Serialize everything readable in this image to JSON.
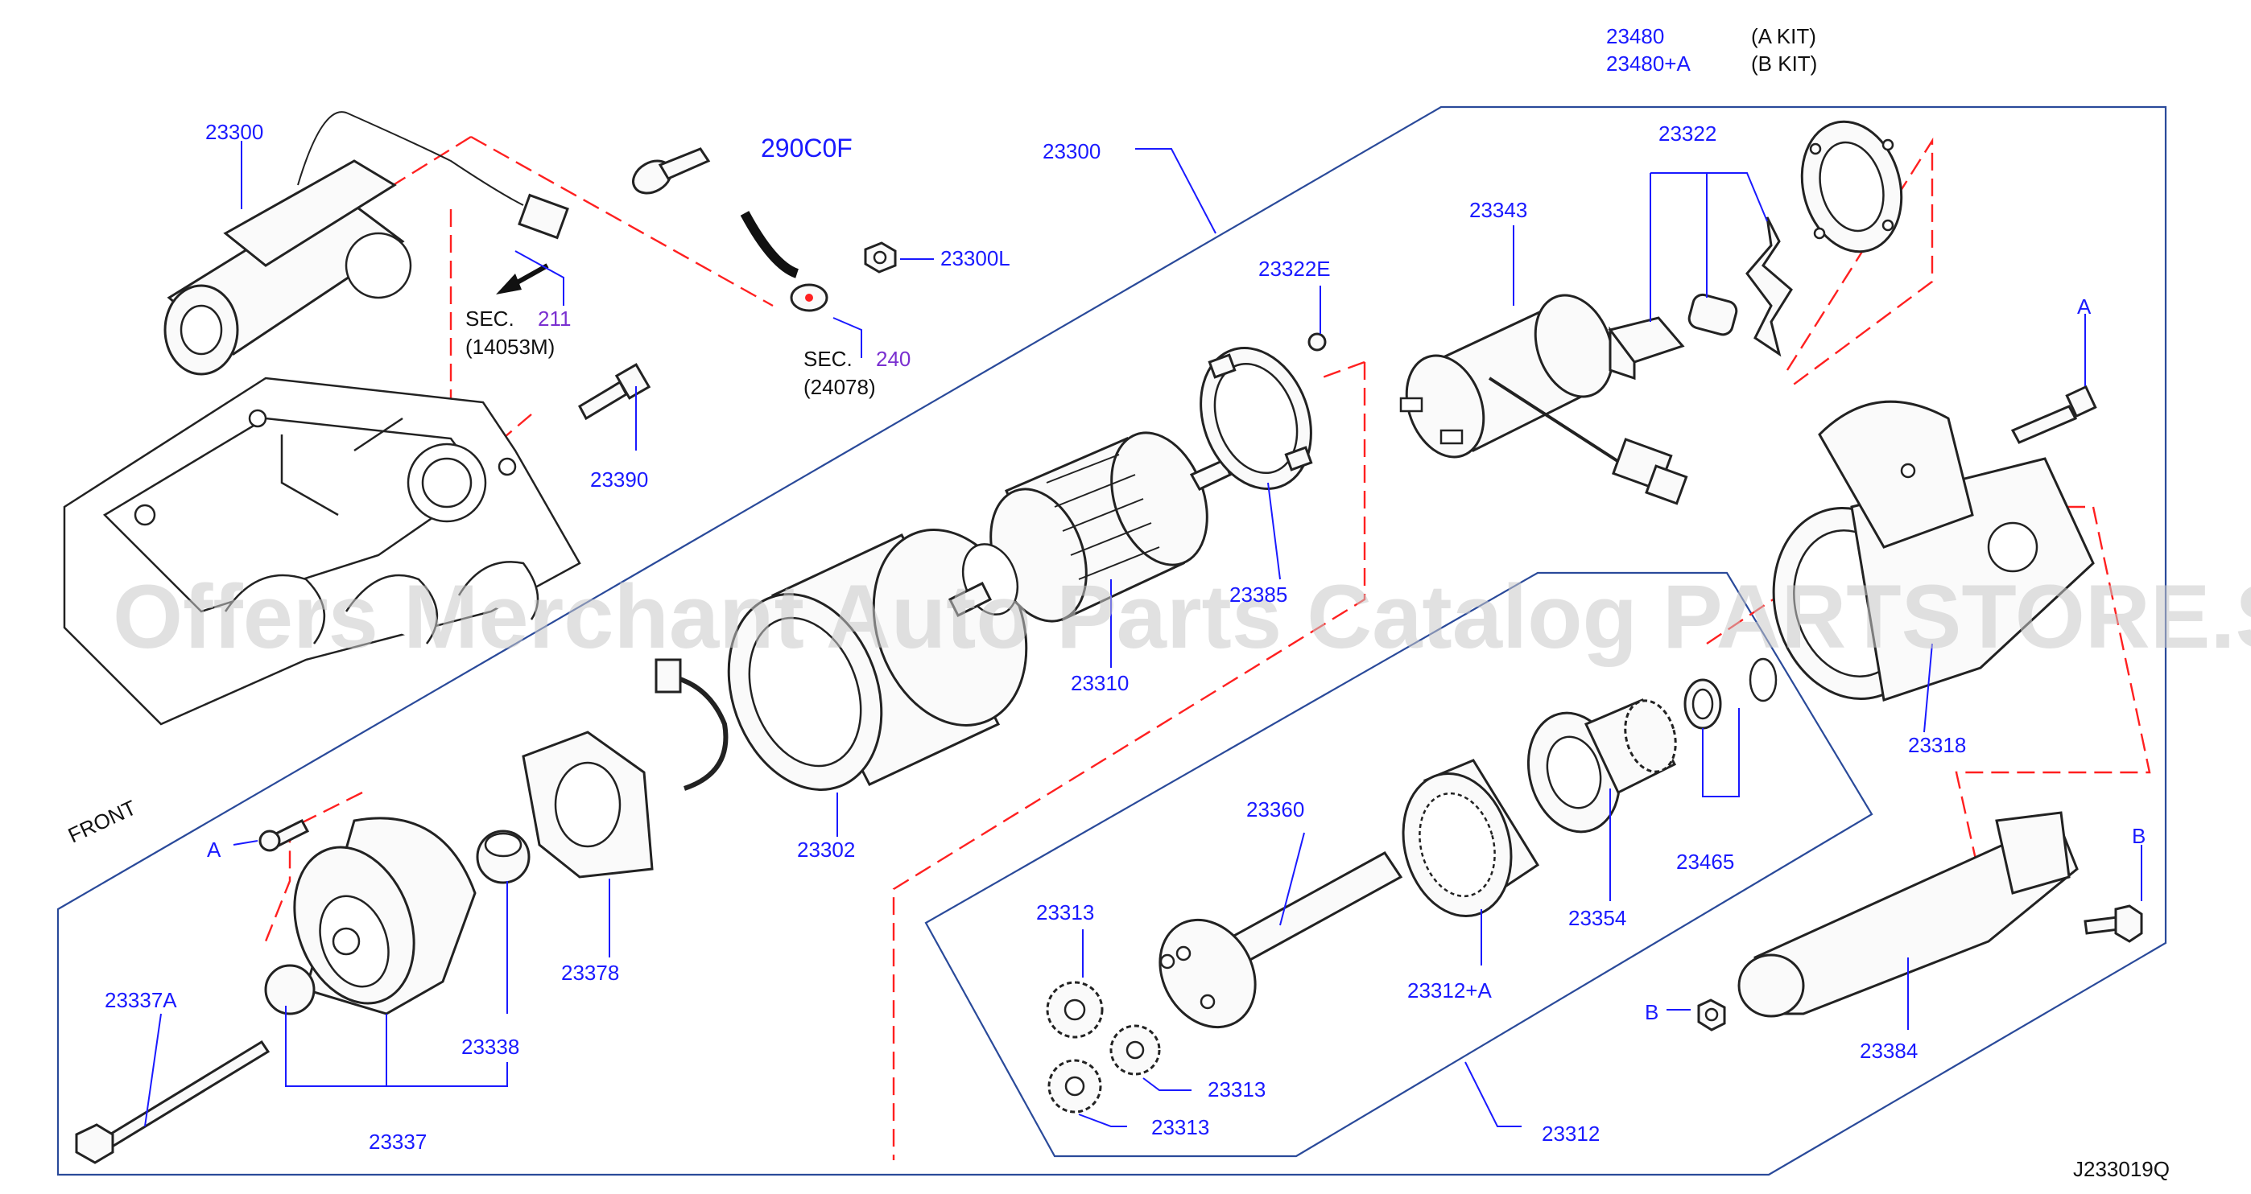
{
  "kit": {
    "rows": [
      {
        "code": "23480",
        "desc": "(A   KIT)"
      },
      {
        "code": "23480+A",
        "desc": "(B   KIT)"
      }
    ]
  },
  "labels": {
    "p23300_top": "23300",
    "p290C0F": "290C0F",
    "p23300L": "23300L",
    "sec211_prefix": "SEC.",
    "sec211_num": "211",
    "sec211_sub": "(14053M)",
    "sec240_prefix": "SEC.",
    "sec240_num": "240",
    "sec240_sub": "(24078)",
    "p23390": "23390",
    "p23300_main": "23300",
    "p23322E": "23322E",
    "p23385": "23385",
    "p23310": "23310",
    "p23343": "23343",
    "p23322": "23322",
    "markA_top": "A",
    "p23318": "23318",
    "p23302": "23302",
    "front": "FRONT",
    "markA_left": "A",
    "p23378": "23378",
    "p23337A": "23337A",
    "p23338": "23338",
    "p23337": "23337",
    "p23360": "23360",
    "p23313_a": "23313",
    "p23313_b": "23313",
    "p23313_c": "23313",
    "p23312A": "23312+A",
    "p23354": "23354",
    "p23465": "23465",
    "p23312": "23312",
    "markB_right": "B",
    "markB_mid": "B",
    "p23384": "23384",
    "diagram_code": "J233019Q"
  },
  "watermark": "Offers Merchant Auto Parts Catalog PARTSTORE.SA",
  "colors": {
    "label": "#1a1aff",
    "section_ref": "#7a2fd0",
    "dashed_line": "#ff2020",
    "frame_line": "#2a4a9a",
    "watermark": "#c8c8c8"
  }
}
